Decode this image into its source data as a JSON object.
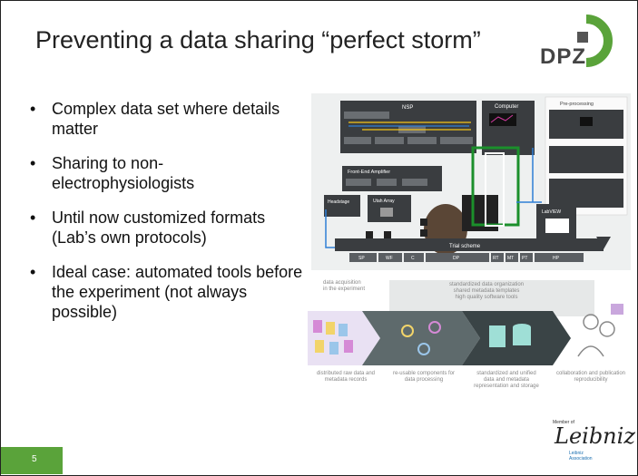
{
  "slide": {
    "title": "Preventing a data sharing “perfect storm”",
    "number": "5",
    "logo_text": "DPZ",
    "bullets": [
      "Complex data set where details matter",
      "Sharing to non-electrophysiologists",
      "Until now customized formats (Lab’s own protocols)",
      "Ideal case: automated tools before the experiment (not always possible)"
    ]
  },
  "figure": {
    "nsp_label": "NSP",
    "computer_label": "Computer",
    "preprocessing_label": "Pre-processing",
    "frontend_label": "Front-End Amplifier",
    "utah_label": "Utah Array",
    "headstage_label": "Headstage",
    "labview_label": "LabVIEW",
    "trial_scheme_label": "Trial scheme",
    "trial_segments": [
      "SP",
      "WF",
      "C",
      "DP",
      "RT",
      "MT",
      "PT",
      "HP"
    ],
    "captions": {
      "data_acquisition": "data acquisition\nin the experiment",
      "organization": "standardized data organization\nshared metadata templates\nhigh quality software tools",
      "raw": "distributed raw data and\nmetadata records",
      "components": "re-usable components for\ndata processing",
      "unified": "standardized and unified\ndata and metadata\nrepresentation and storage",
      "collab": "collaboration and publication\nreproducibility"
    }
  },
  "footer": {
    "leibniz_member": "Member of",
    "leibniz_word": "Leibniz",
    "leibniz_sub": "Leibniz\nAssociation"
  },
  "colors": {
    "dpz_green": "#5aa33a",
    "dpz_gray": "#555555",
    "slide_number_bg": "#5aa33a"
  }
}
